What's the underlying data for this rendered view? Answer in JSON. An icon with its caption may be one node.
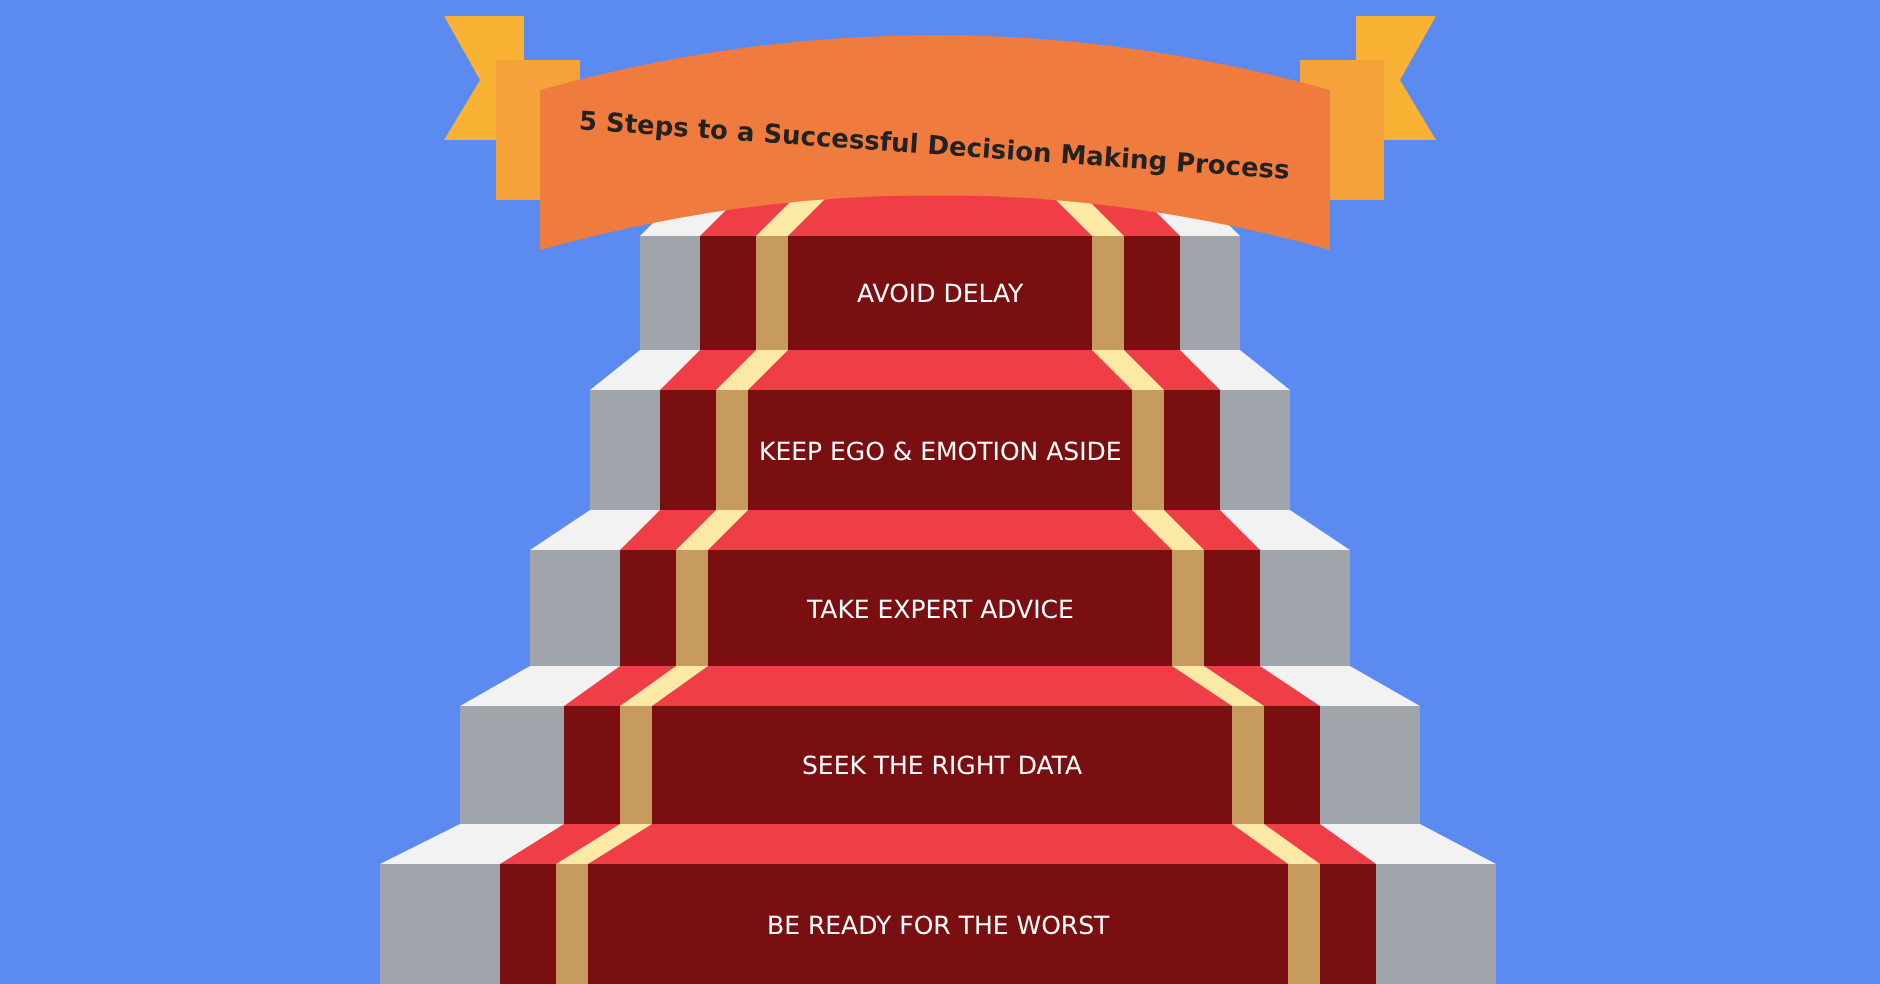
{
  "diagram": {
    "title": "5 Steps to a Successful Decision Making Process",
    "nodes": [
      {
        "text": [
          "AVOID DELAY"
        ]
      },
      {
        "text": [
          "KEEP EGO & EMOTION ASIDE"
        ]
      },
      {
        "text": [
          "TAKE EXPERT ADVICE"
        ]
      },
      {
        "text": [
          "SEEK THE RIGHT DATA"
        ]
      },
      {
        "text": [
          "BE READY FOR THE WORST"
        ]
      }
    ]
  }
}
